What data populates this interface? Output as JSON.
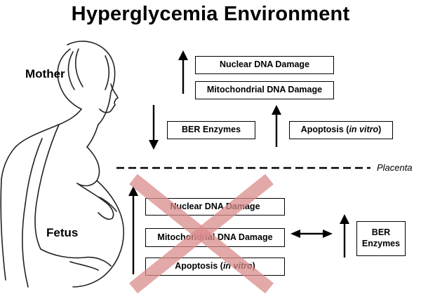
{
  "title": "Hyperglycemia Environment",
  "labels": {
    "mother": "Mother",
    "fetus": "Fetus",
    "placenta": "Placenta"
  },
  "mother_boxes": {
    "nuclear": "Nuclear DNA Damage",
    "mito": "Mitochondrial DNA Damage",
    "ber": "BER Enzymes",
    "apoptosis_main": "Apoptosis (",
    "apoptosis_italic": "in vitro",
    "apoptosis_end": ")"
  },
  "fetus_boxes": {
    "nuclear": "Nuclear DNA Damage",
    "mito": "Mitochondrial DNA Damage",
    "apoptosis_main": "Apoptosis (",
    "apoptosis_italic": "in vitro",
    "apoptosis_end": ")",
    "ber_line1": "BER",
    "ber_line2": "Enzymes"
  },
  "colors": {
    "cross": "#d98b8b",
    "line": "#000000"
  }
}
